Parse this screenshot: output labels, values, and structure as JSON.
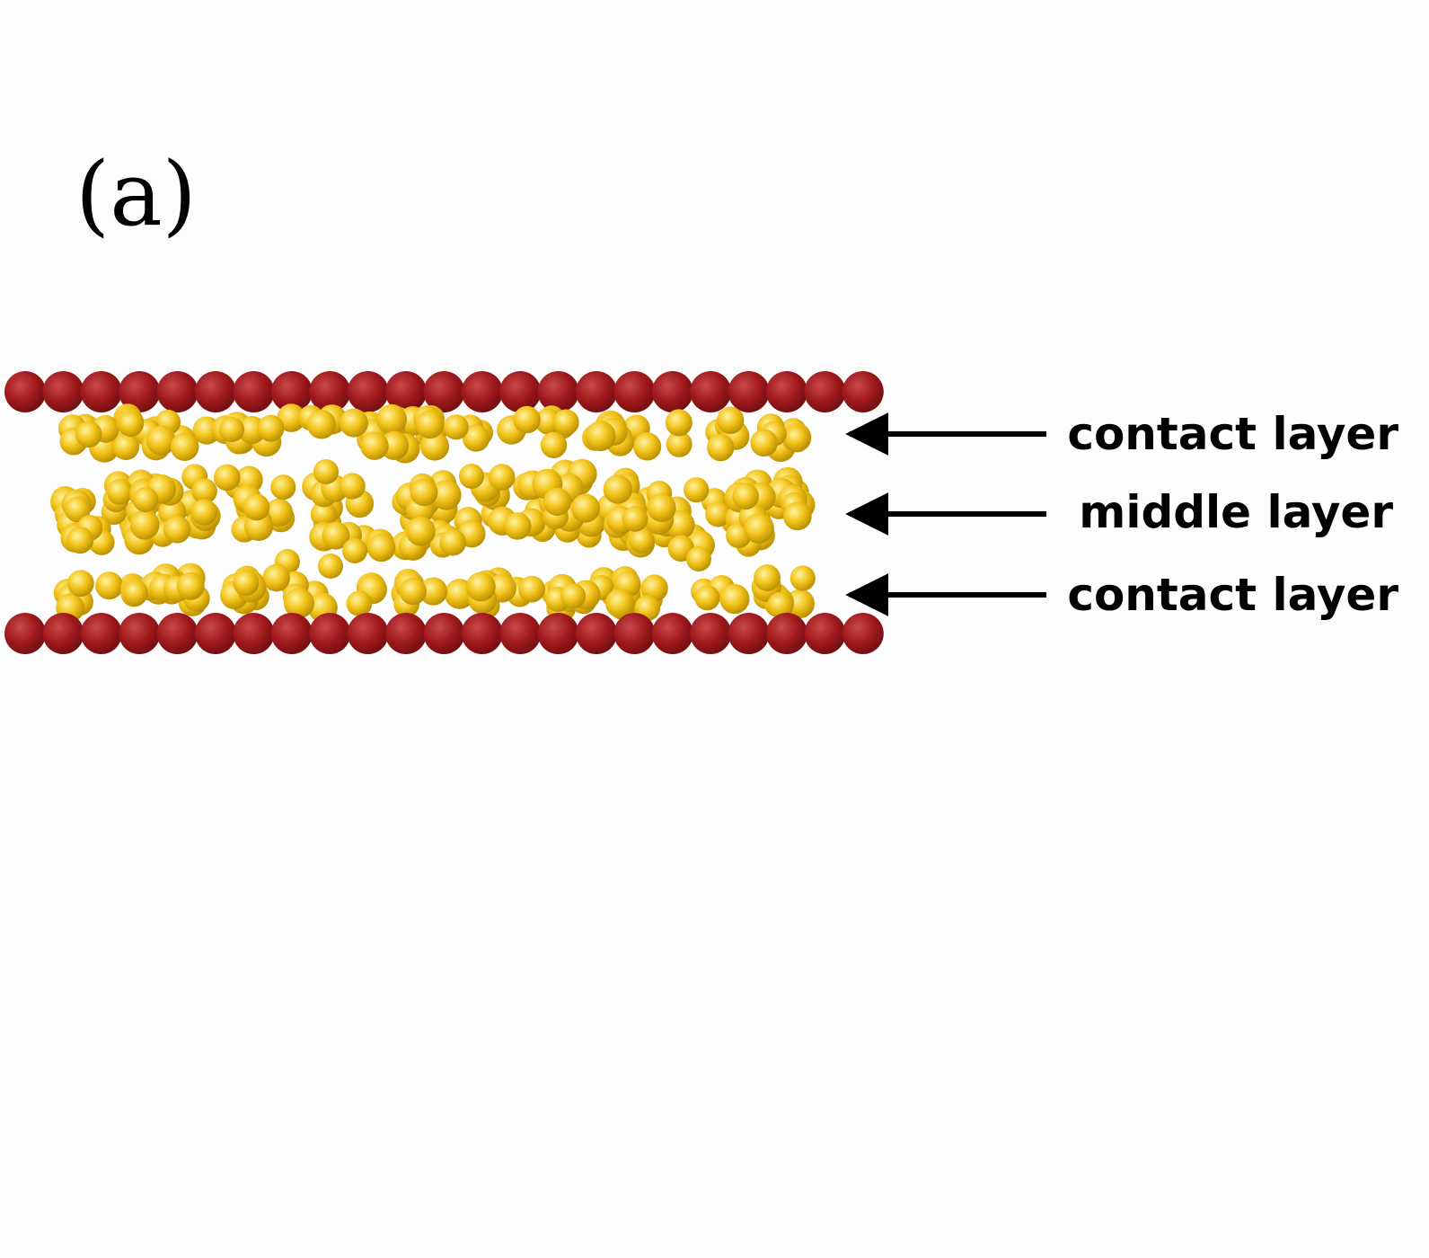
{
  "panel_label": "(a)",
  "labels": {
    "top_contact": "contact layer",
    "middle": "middle layer",
    "bottom_contact": "contact layer"
  },
  "colors": {
    "wall_atom": "#a0191c",
    "wall_atom_highlight": "#c94a4a",
    "wall_atom_shadow": "#6e0e10",
    "fluid_atom": "#f2c319",
    "fluid_atom_highlight": "#fff2a0",
    "fluid_atom_shadow": "#b38a00",
    "arrow": "#000000"
  }
}
